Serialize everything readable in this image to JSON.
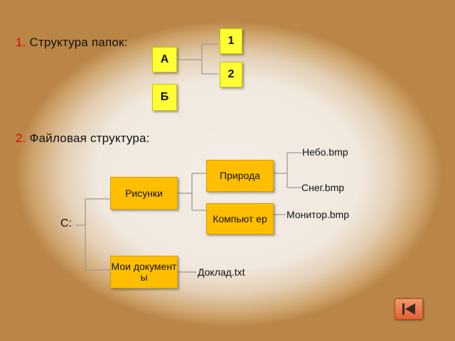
{
  "section1": {
    "number": "1.",
    "title": "Структура папок:"
  },
  "folders": {
    "a": "А",
    "b": "Б",
    "one": "1",
    "two": "2"
  },
  "section2": {
    "number": "2.",
    "title": "Файловая структура:"
  },
  "tree": {
    "root": "C:",
    "pictures": "Рисунки",
    "nature": "Природа",
    "computer": "Компьют ер",
    "my_docs": "Мои документ ы",
    "sky": "Небо.bmp",
    "snow": "Снег.bmp",
    "monitor": "Монитор.bmp",
    "report": "Доклад.txt"
  },
  "colors": {
    "accent_number": "#e60000",
    "folder_yellow": "#ffff33",
    "folder_orange": "#ffbf00",
    "nav_button": "#e3612e",
    "line": "#9a9a9a"
  },
  "nav": {
    "icon": "go-to-first-icon"
  }
}
